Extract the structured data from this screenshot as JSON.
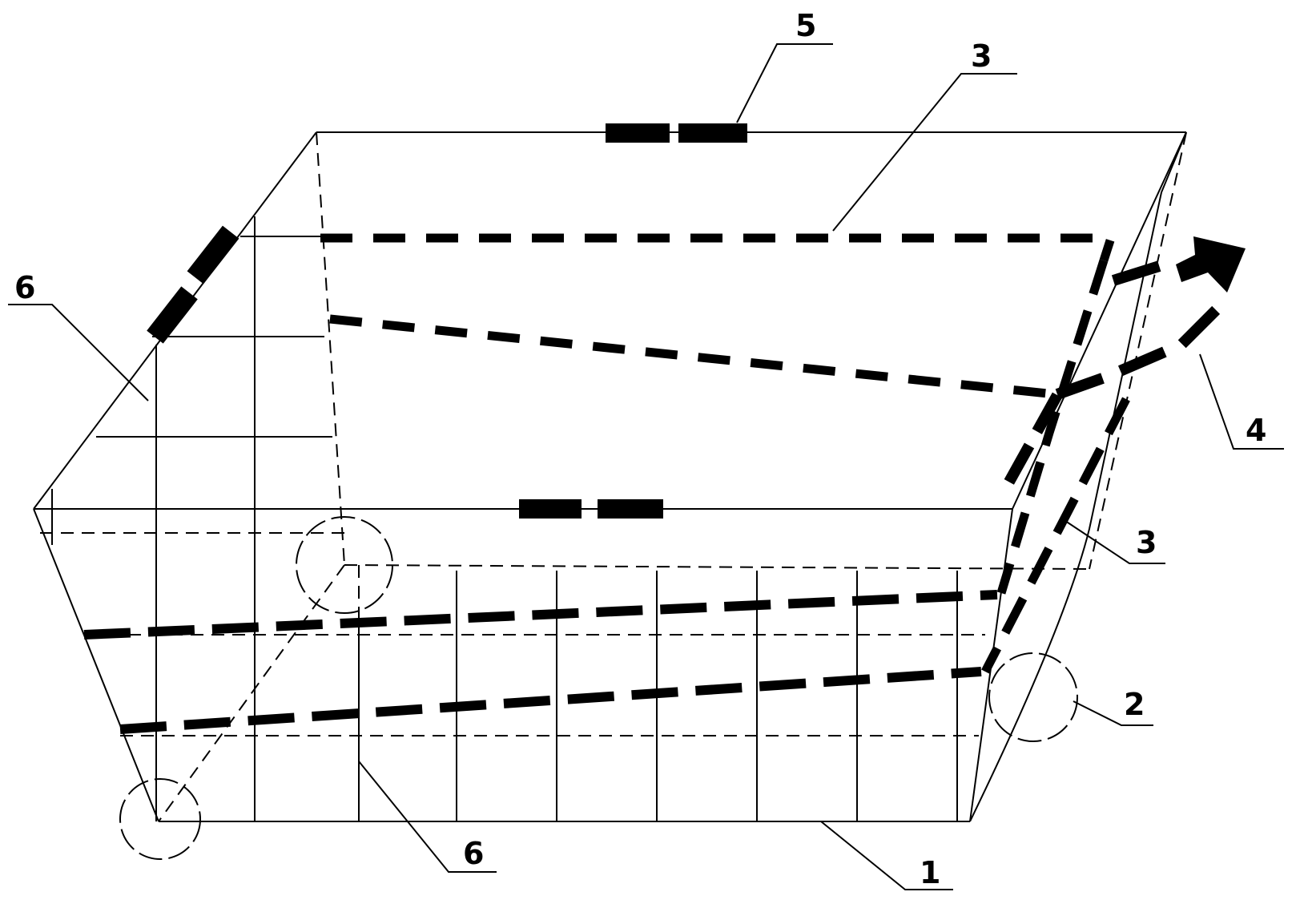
{
  "diagram": {
    "labels": [
      {
        "id": "label-1",
        "text": "1"
      },
      {
        "id": "label-2",
        "text": "2"
      },
      {
        "id": "label-3a",
        "text": "3"
      },
      {
        "id": "label-3b",
        "text": "3"
      },
      {
        "id": "label-4",
        "text": "4"
      },
      {
        "id": "label-5",
        "text": "5"
      },
      {
        "id": "label-6a",
        "text": "6"
      },
      {
        "id": "label-6b",
        "text": "6"
      }
    ]
  }
}
